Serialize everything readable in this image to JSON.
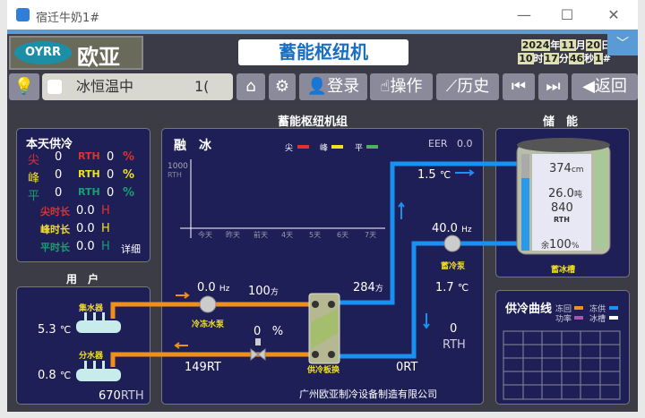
{
  "window": {
    "title": "宿迁牛奶1#",
    "minimize": "—",
    "maximize": "☐",
    "close": "✕"
  },
  "header": {
    "logo_en": "OYRR",
    "logo_cn": "欧亚",
    "title": "蓄能枢纽机",
    "dropdown": "﹀",
    "date": {
      "year": "2024",
      "year_u": "年",
      "month": "11",
      "month_u": "月",
      "day": "20",
      "day_u": "日",
      "hour": "10",
      "hour_u": "时",
      "minute": "17",
      "minute_u": "分",
      "second": "46",
      "second_u": "秒",
      "unit_no": "1",
      "unit_suffix": "#"
    }
  },
  "toolbar": {
    "status_text": "冰恒温中",
    "status_extra": "1(",
    "login": "登录",
    "operate": "操作",
    "history": "历史",
    "back": "返回"
  },
  "sections": {
    "unit": "蓄能枢纽机组",
    "storage": "储　能",
    "user": "用　户"
  },
  "today": {
    "title": "本天供冷",
    "rows": [
      {
        "label": "尖",
        "value": "0",
        "unit": "RTH",
        "pct": "0",
        "pct_u": "%"
      },
      {
        "label": "峰",
        "value": "0",
        "unit": "RTH",
        "pct": "0",
        "pct_u": "%"
      },
      {
        "label": "平",
        "value": "0",
        "unit": "RTH",
        "pct": "0",
        "pct_u": "%"
      }
    ],
    "durations": [
      {
        "label": "尖时长",
        "value": "0.0",
        "unit": "H"
      },
      {
        "label": "峰时长",
        "value": "0.0",
        "unit": "H"
      },
      {
        "label": "平时长",
        "value": "0.0",
        "unit": "H"
      }
    ],
    "detail": "详细"
  },
  "chart_data": {
    "type": "bar",
    "title": "融　冰",
    "ylabel": "RTH",
    "ymax_label": "1000",
    "ylim": [
      0,
      1000
    ],
    "categories": [
      "今天",
      "昨天",
      "前天",
      "4天",
      "5天",
      "6天",
      "7天"
    ],
    "series": [
      {
        "name": "尖",
        "color": "#e03030",
        "values": []
      },
      {
        "name": "峰",
        "color": "#f0e020",
        "values": []
      },
      {
        "name": "平",
        "color": "#40b060",
        "values": []
      }
    ],
    "eer_label": "EER",
    "eer": "0.0"
  },
  "process": {
    "supply_temp": "1.5",
    "temp_unit": "℃",
    "storage_pump_hz": "40.0",
    "hz": "Hz",
    "storage_pump": "蓄冷泵",
    "return_temp": "1.7",
    "rth_value": "0",
    "rth_unit": "RTH",
    "chill_pump_hz": "0.0",
    "chill_pump": "冷冻水泵",
    "flow_left": "100",
    "flow_right": "284",
    "flow_unit": "方",
    "valve_pct": "0",
    "pct": "%",
    "load_left": "149",
    "load_right": "0",
    "rt": "RT",
    "exchanger": "供冷板换",
    "company": "广州欧亚制冷设备制造有限公司"
  },
  "tank": {
    "level": "374",
    "level_unit": "cm",
    "weight": "26.0",
    "weight_unit": "吨",
    "capacity": "840",
    "capacity_unit": "RTH",
    "remain_label": "余",
    "remain": "100",
    "remain_unit": "%",
    "name": "蓄冰槽",
    "fill_fraction": 0.75
  },
  "user": {
    "collector": "集水器",
    "collector_temp": "5.3",
    "distributor": "分水器",
    "distributor_temp": "0.8",
    "temp_unit": "℃",
    "total": "670",
    "total_unit": "RTH"
  },
  "curve": {
    "title": "供冷曲线",
    "legend": [
      {
        "name": "冻回",
        "color": "#f0901a"
      },
      {
        "name": "冻供",
        "color": "#1a90f0"
      },
      {
        "name": "功率",
        "color": "#b050b0"
      },
      {
        "name": "冰槽",
        "color": "#ffffff"
      }
    ]
  }
}
